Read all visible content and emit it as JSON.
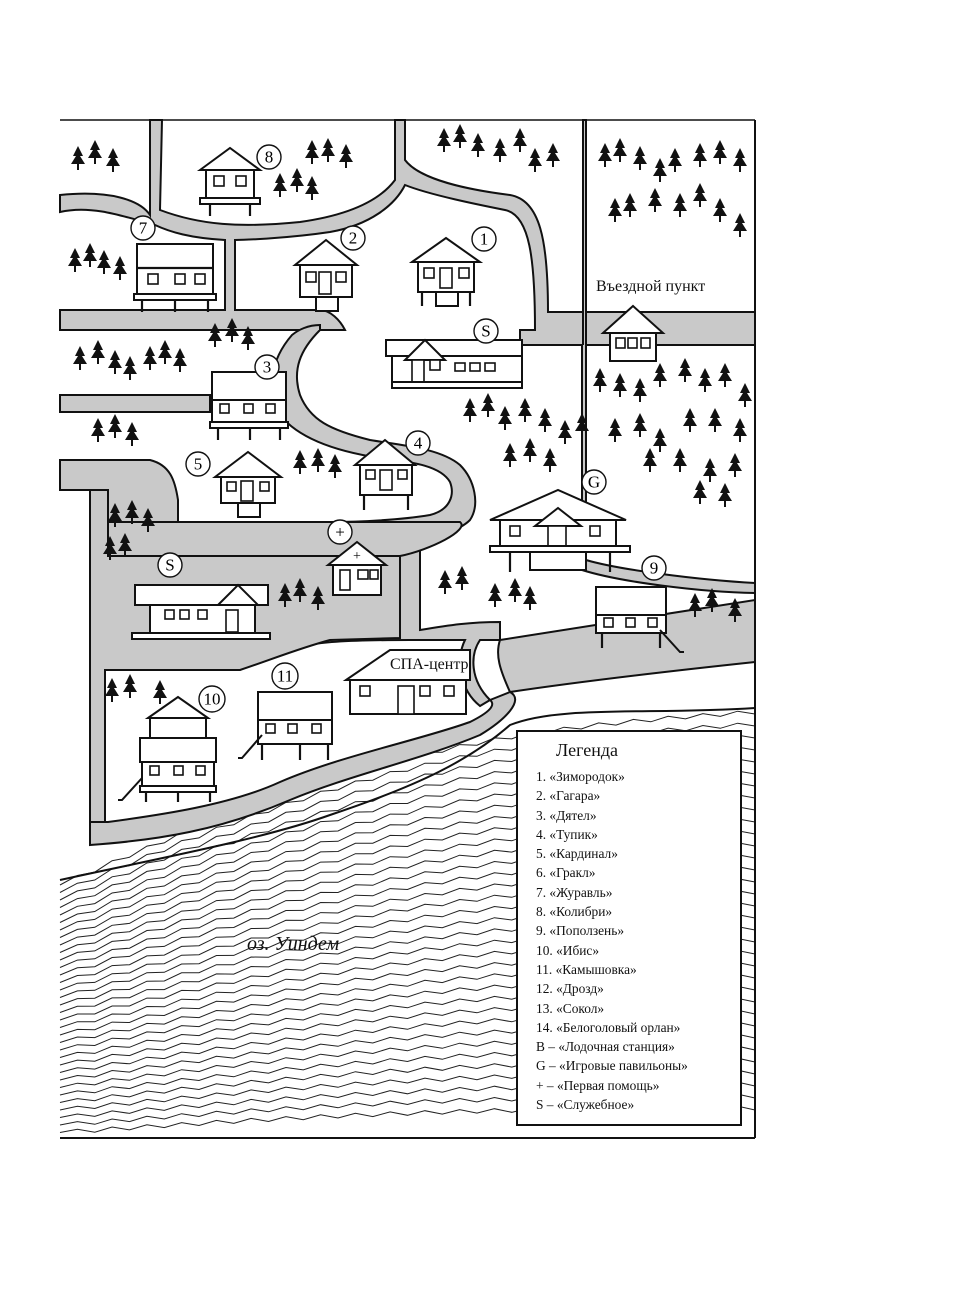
{
  "labels": {
    "checkpoint": "Въездной пункт",
    "spa": "СПА-центр",
    "lake": "оз. Уиндем"
  },
  "markers": {
    "m1": "1",
    "m2": "2",
    "m3": "3",
    "m4": "4",
    "m5": "5",
    "m7": "7",
    "m8": "8",
    "m9": "9",
    "m10": "10",
    "m11": "11",
    "s1": "S",
    "s2": "S",
    "g": "G",
    "plus": "+"
  },
  "legend": {
    "title": "Легенда",
    "items": [
      "1. «Зимородок»",
      "2. «Гагара»",
      "3. «Дятел»",
      "4. «Тупик»",
      "5. «Кардинал»",
      "6. «Гракл»",
      "7. «Журавль»",
      "8. «Колибри»",
      "9. «Поползень»",
      "10. «Ибис»",
      "11. «Камышовка»",
      "12. «Дрозд»",
      "13. «Сокол»",
      "14. «Белоголовый орлан»",
      "B – «Лодочная станция»",
      "G – «Игровые павильоны»",
      "+ – «Первая помощь»",
      "S – «Служебное»"
    ]
  }
}
